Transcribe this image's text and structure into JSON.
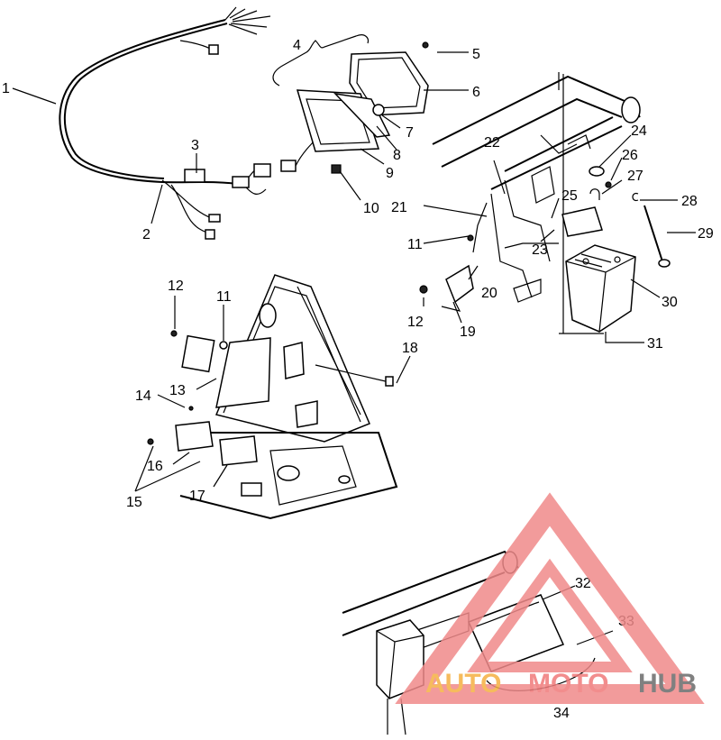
{
  "diagram": {
    "callouts": [
      {
        "id": "c1",
        "label": "1"
      },
      {
        "id": "c2",
        "label": "2"
      },
      {
        "id": "c3",
        "label": "3"
      },
      {
        "id": "c4",
        "label": "4"
      },
      {
        "id": "c5",
        "label": "5"
      },
      {
        "id": "c6",
        "label": "6"
      },
      {
        "id": "c7",
        "label": "7"
      },
      {
        "id": "c8",
        "label": "8"
      },
      {
        "id": "c9",
        "label": "9"
      },
      {
        "id": "c10",
        "label": "10"
      },
      {
        "id": "c11a",
        "label": "11"
      },
      {
        "id": "c11b",
        "label": "11"
      },
      {
        "id": "c12a",
        "label": "12"
      },
      {
        "id": "c12b",
        "label": "12"
      },
      {
        "id": "c13",
        "label": "13"
      },
      {
        "id": "c14",
        "label": "14"
      },
      {
        "id": "c15",
        "label": "15"
      },
      {
        "id": "c16",
        "label": "16"
      },
      {
        "id": "c17",
        "label": "17"
      },
      {
        "id": "c18",
        "label": "18"
      },
      {
        "id": "c19",
        "label": "19"
      },
      {
        "id": "c20",
        "label": "20"
      },
      {
        "id": "c21",
        "label": "21"
      },
      {
        "id": "c22",
        "label": "22"
      },
      {
        "id": "c23",
        "label": "23"
      },
      {
        "id": "c24",
        "label": "24"
      },
      {
        "id": "c25",
        "label": "25"
      },
      {
        "id": "c26",
        "label": "26"
      },
      {
        "id": "c27",
        "label": "27"
      },
      {
        "id": "c28",
        "label": "28"
      },
      {
        "id": "c29",
        "label": "29"
      },
      {
        "id": "c30",
        "label": "30"
      },
      {
        "id": "c31",
        "label": "31"
      },
      {
        "id": "c32",
        "label": "32"
      },
      {
        "id": "c33",
        "label": "33"
      },
      {
        "id": "c34",
        "label": "34"
      }
    ]
  },
  "watermark": {
    "part1": "AUTO",
    "part2": "MOTO",
    "part3": "HUB",
    "colors": {
      "triangle": "#f08a8a",
      "auto": "#f5b041",
      "moto": "#f07a7a",
      "hub": "#6b6b6b"
    }
  }
}
